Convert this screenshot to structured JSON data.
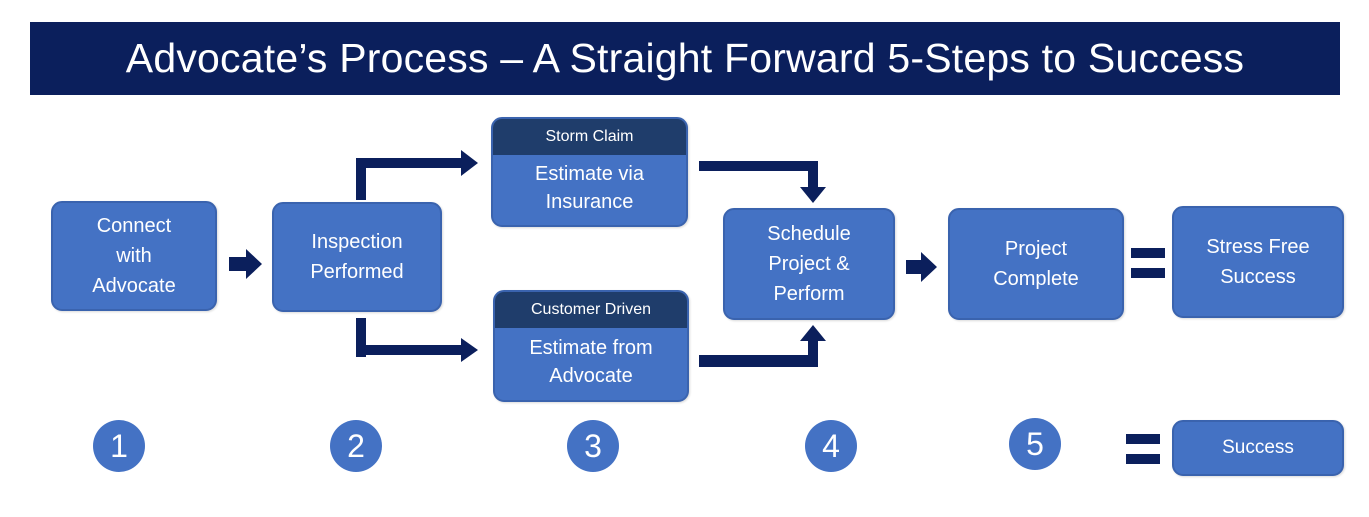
{
  "title": "Advocate’s Process – A Straight Forward 5-Steps to Success",
  "colors": {
    "banner": "#0b1f5c",
    "box": "#4472c4",
    "tag": "#1f3d6b",
    "connector": "#0b1f5c"
  },
  "steps": {
    "connect": "Connect\nwith\nAdvocate",
    "inspection": "Inspection\nPerformed",
    "storm_tag": "Storm Claim",
    "storm_body": "Estimate via\nInsurance",
    "customer_tag": "Customer Driven",
    "customer_body": "Estimate from\nAdvocate",
    "schedule": "Schedule\nProject &\nPerform",
    "complete": "Project\nComplete",
    "result": "Stress Free\nSuccess"
  },
  "numbers": [
    "1",
    "2",
    "3",
    "4",
    "5"
  ],
  "success_label": "Success"
}
